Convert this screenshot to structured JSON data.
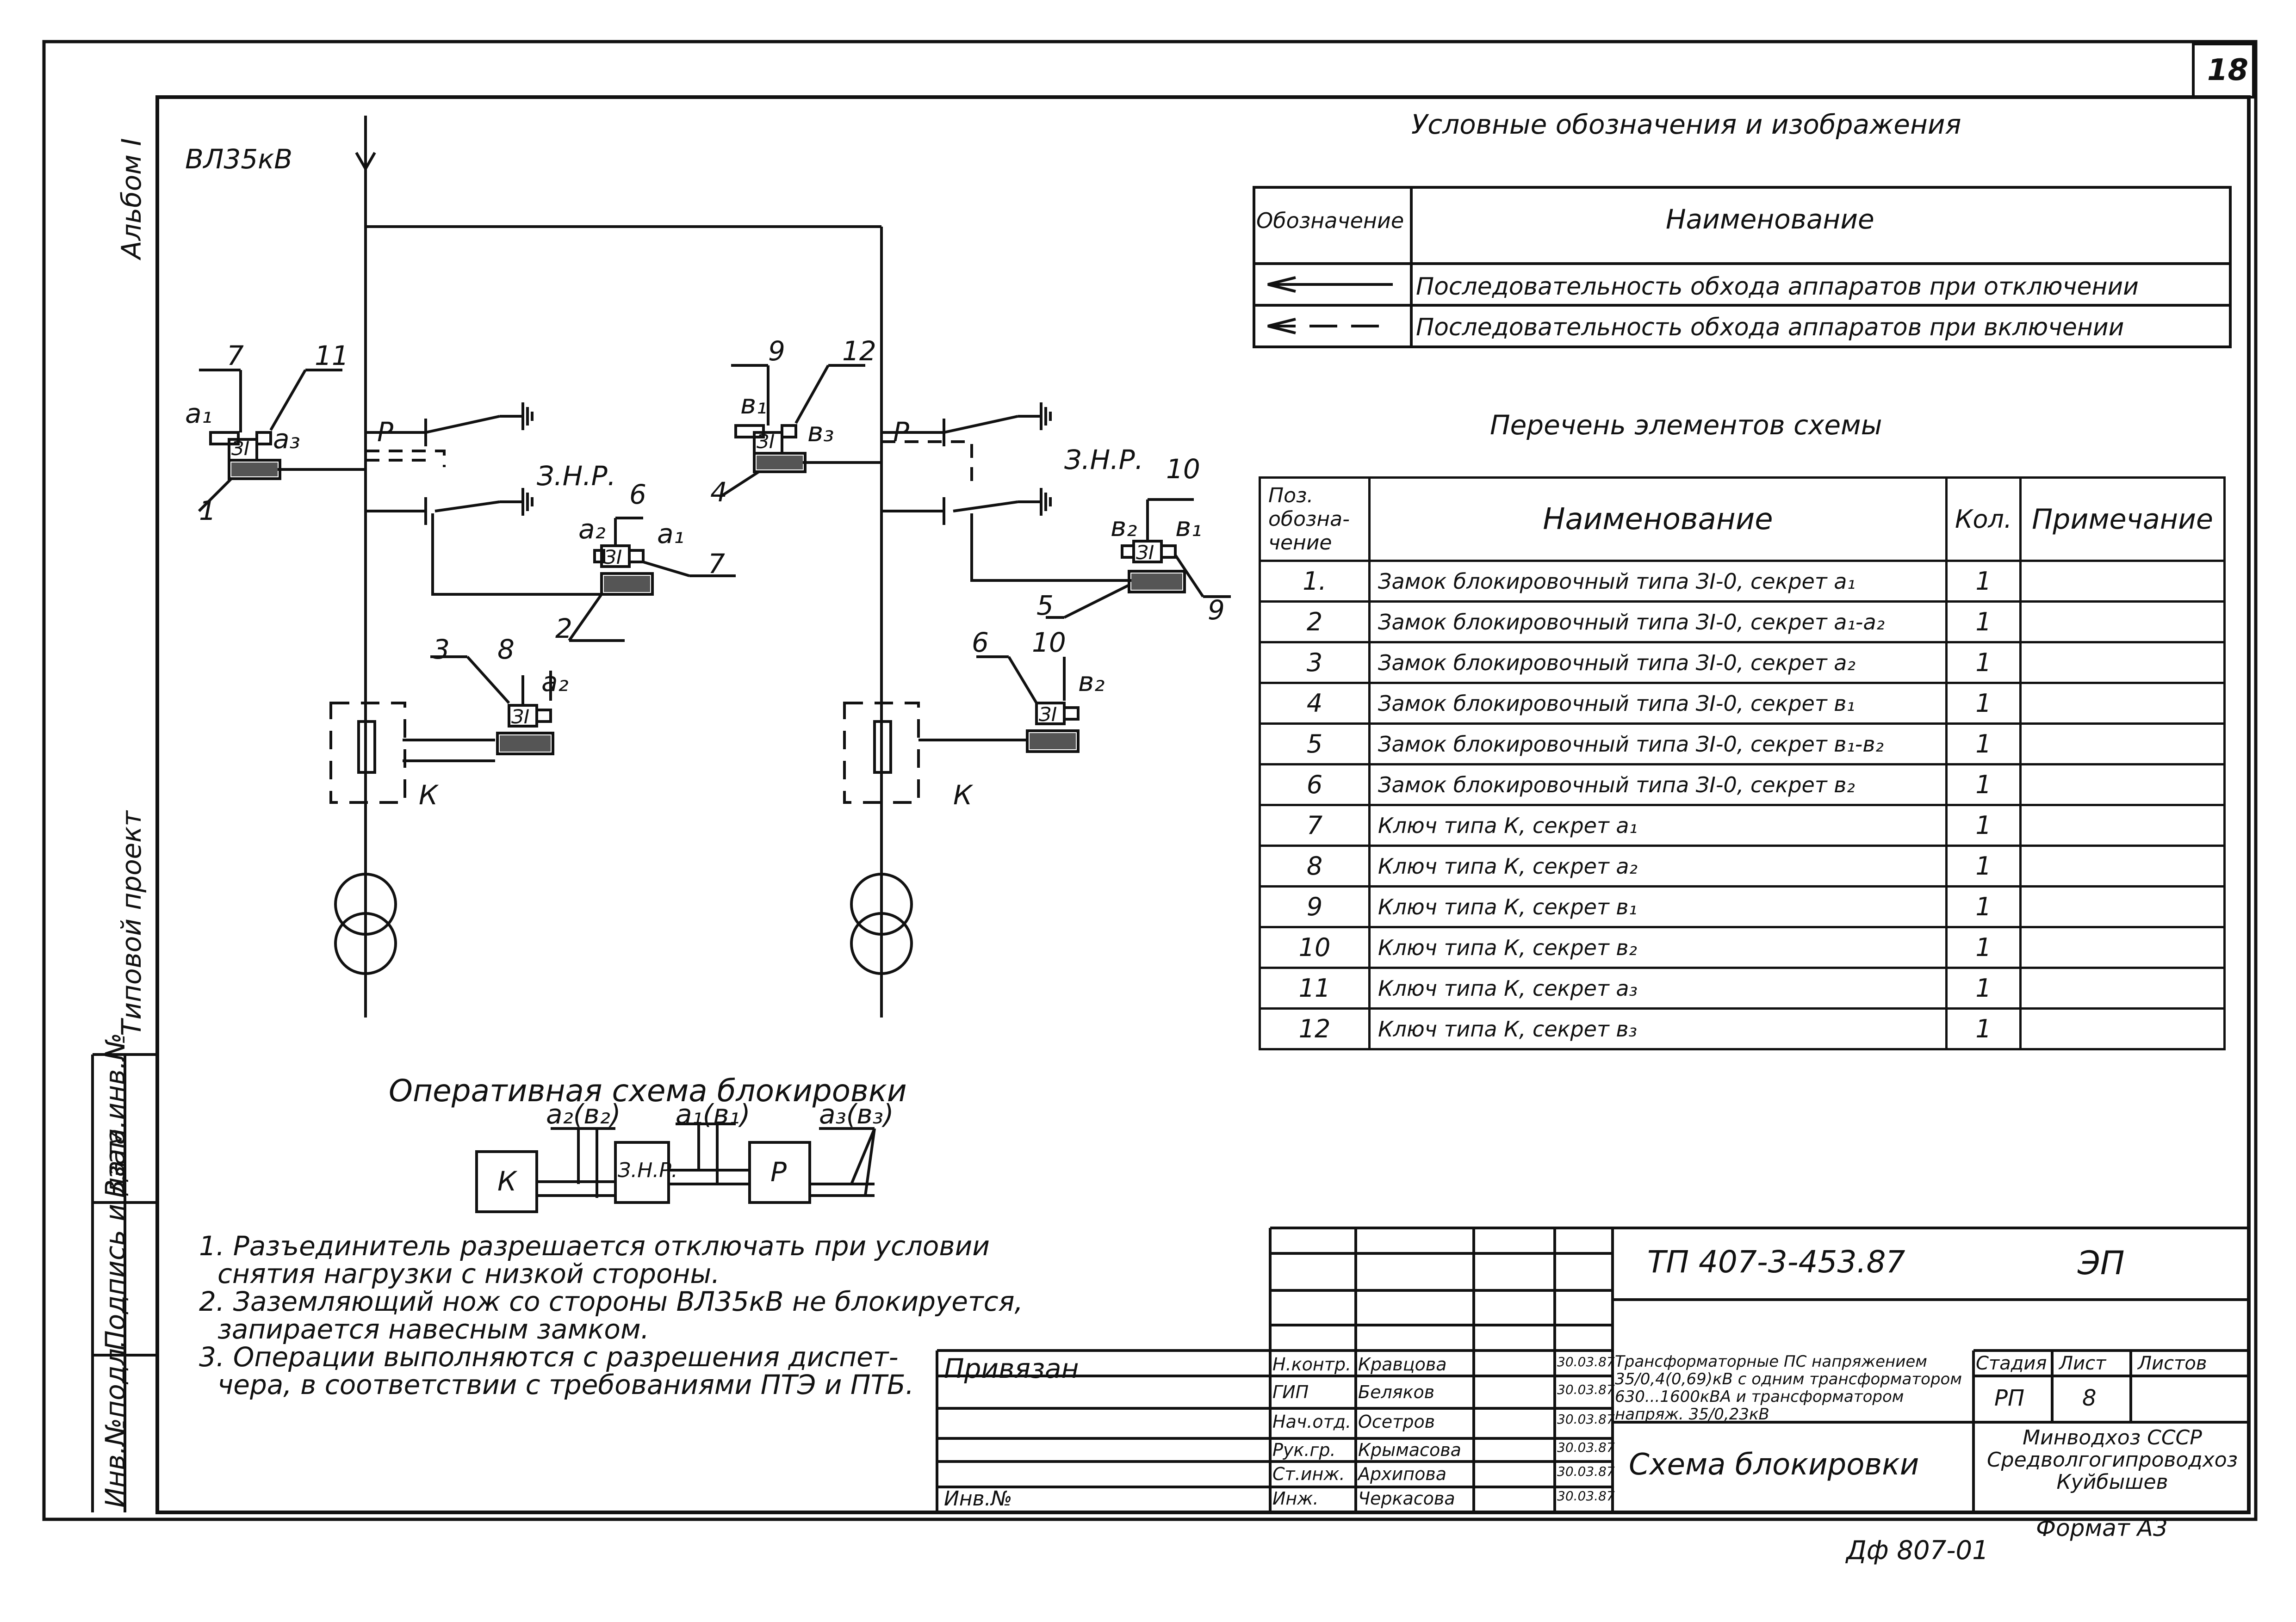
{
  "sheet_number": "18",
  "side_labels": {
    "album": "Альбом I",
    "project": "Типовой проект"
  },
  "side_stamp": [
    "Инв.№подл.",
    "Подпись и дата",
    "Взам.инв.№"
  ],
  "diagram": {
    "line_label": "ВЛ35кВ",
    "left": {
      "lock_top_key_left": "a₁",
      "lock_top_key_right": "a₃",
      "callout_7": "7",
      "callout_11": "11",
      "callout_1": "1",
      "disconnector_label": "Р",
      "earth_label": "З.Н.Р.",
      "lock_mid_key_left": "a₂",
      "lock_mid_key_right": "a₁",
      "callout_6": "6",
      "callout_7b": "7",
      "callout_2": "2",
      "lock_low_key": "a₂",
      "callout_3": "3",
      "callout_8": "8",
      "cabinet_label": "К"
    },
    "right": {
      "lock_top_key_left": "в₁",
      "lock_top_key_right": "в₃",
      "callout_9": "9",
      "callout_12": "12",
      "callout_4": "4",
      "disconnector_label": "Р",
      "earth_label": "З.Н.Р.",
      "lock_mid_key_left": "в₂",
      "lock_mid_key_right": "в₁",
      "callout_10": "10",
      "callout_5": "5",
      "callout_9b": "9",
      "lock_low_key": "в₂",
      "callout_6": "6",
      "callout_10b": "10",
      "cabinet_label": "К"
    },
    "lock_text": "ЗI"
  },
  "legend": {
    "title": "Условные обозначения и изображения",
    "col_symbol": "Обозначение",
    "col_name": "Наименование",
    "rows": [
      "Последовательность обхода аппаратов при отключении",
      "Последовательность обхода аппаратов при включении"
    ]
  },
  "elements": {
    "title": "Перечень элементов схемы",
    "headers": {
      "pos": "Поз. обозна-чение",
      "name": "Наименование",
      "qty": "Кол.",
      "note": "Примечание"
    },
    "rows": [
      {
        "pos": "1.",
        "name": "Замок блокировочный типа ЗI-0, секрет a₁",
        "qty": "1"
      },
      {
        "pos": "2",
        "name": "Замок блокировочный типа ЗI-0, секрет a₁-a₂",
        "qty": "1"
      },
      {
        "pos": "3",
        "name": "Замок блокировочный типа ЗI-0, секрет a₂",
        "qty": "1"
      },
      {
        "pos": "4",
        "name": "Замок блокировочный типа ЗI-0, секрет в₁",
        "qty": "1"
      },
      {
        "pos": "5",
        "name": "Замок блокировочный типа ЗI-0, секрет в₁-в₂",
        "qty": "1"
      },
      {
        "pos": "6",
        "name": "Замок блокировочный типа ЗI-0, секрет в₂",
        "qty": "1"
      },
      {
        "pos": "7",
        "name": "Ключ типа К, секрет a₁",
        "qty": "1"
      },
      {
        "pos": "8",
        "name": "Ключ типа К, секрет a₂",
        "qty": "1"
      },
      {
        "pos": "9",
        "name": "Ключ типа К, секрет в₁",
        "qty": "1"
      },
      {
        "pos": "10",
        "name": "Ключ типа К, секрет в₂",
        "qty": "1"
      },
      {
        "pos": "11",
        "name": "Ключ типа К, секрет a₃",
        "qty": "1"
      },
      {
        "pos": "12",
        "name": "Ключ типа К, секрет в₃",
        "qty": "1"
      }
    ]
  },
  "operative": {
    "title": "Оперативная схема блокировки",
    "box_k": "К",
    "box_znr": "З.Н.Р.",
    "box_p": "Р",
    "label_1": "a₂(в₂)",
    "label_2": "a₁(в₁)",
    "label_3": "a₃(в₃)"
  },
  "notes": [
    "1. Разъединитель разрешается отключать при условии",
    "снятия нагрузки с низкой стороны.",
    "2. Заземляющий нож со стороны ВЛ35кВ не блокируется,",
    "запирается навесным замком.",
    "3. Операции выполняются с разрешения диспет-",
    "чера, в соответствии с требованиями ПТЭ и ПТБ."
  ],
  "title_block": {
    "doc_code": "ТП 407-3-453.87",
    "mark": "ЭП",
    "privyazan": "Привязан",
    "inv_no": "Инв.№",
    "roles": [
      {
        "role": "Н.контр.",
        "name": "Кравцова",
        "date": "30.03.87"
      },
      {
        "role": "ГИП",
        "name": "Беляков",
        "date": "30.03.87"
      },
      {
        "role": "Нач.отд.",
        "name": "Осетров",
        "date": "30.03.87"
      },
      {
        "role": "Рук.гр.",
        "name": "Крымасова",
        "date": "30.03.87"
      },
      {
        "role": "Ст.инж.",
        "name": "Архипова",
        "date": "30.03.87"
      },
      {
        "role": "Инж.",
        "name": "Черкасова",
        "date": "30.03.87"
      }
    ],
    "project_name": "Трансформаторные ПС напряжением 35/0,4(0,69)кВ с одним трансформатором 630...1600кВА и трансформатором напряж. 35/0,23кВ",
    "stage_header": "Стадия",
    "sheet_header": "Лист",
    "sheets_header": "Листов",
    "stage": "РП",
    "sheet": "8",
    "org": "Минводхоз СССР Средволгогипроводхоз Куйбышев",
    "drawing_title": "Схема блокировки",
    "format": "Формат А3",
    "stamp_code": "Дф 807-01"
  }
}
